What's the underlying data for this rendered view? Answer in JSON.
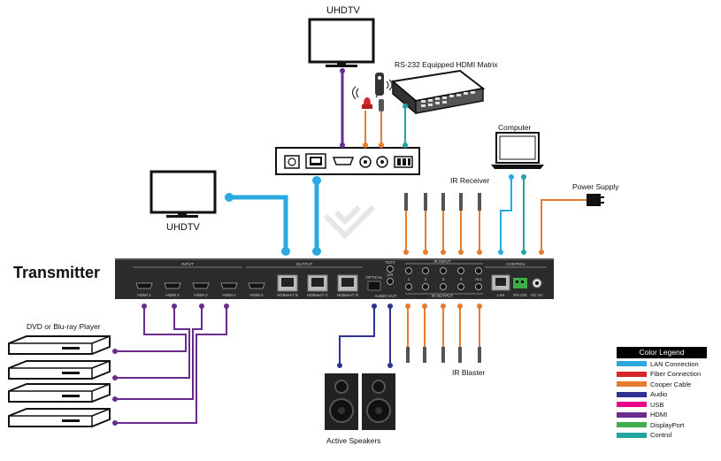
{
  "labels": {
    "uhdtv_top": "UHDTV",
    "uhdtv_left": "UHDTV",
    "matrix": "RS-232 Equipped HDMI Matrix",
    "computer": "Computer",
    "ir_receiver": "IR Receiver",
    "power_supply": "Power Supply",
    "transmitter": "Transmitter",
    "dvd": "DVD or Blu-ray Player",
    "ir_blaster": "IR Blaster",
    "speakers": "Active Speakers"
  },
  "panel": {
    "input_header": "INPUT",
    "output_header": "OUTPUT",
    "ir_in_header": "IR INPUT",
    "ir_out_header": "IR OUTPUT",
    "control_header": "CONTROL",
    "audio_out_header": "AUDIO OUT",
    "test_label": "TEST",
    "optical_label": "OPTICAL",
    "lr_label": "L/R",
    "lan_label": "LAN",
    "rs232_label": "RS-232",
    "dc_label": "DC 5V",
    "hdmi_inputs": [
      "HDMI 1",
      "HDMI 2",
      "HDMI 3",
      "HDMI 4"
    ],
    "hdmi_out": "HDMI A",
    "hdbaset_outputs": [
      "HDBaseT B",
      "HDBaseT C",
      "HDBaseT D"
    ],
    "ir_channels": [
      "1",
      "2",
      "3",
      "4",
      "ALL"
    ]
  },
  "legend": {
    "title": "Color Legend",
    "items": [
      {
        "label": "LAN Connection",
        "color": "#29a9e0"
      },
      {
        "label": "Fiber Connection",
        "color": "#d7262c"
      },
      {
        "label": "Cooper Cable",
        "color": "#e57c2e"
      },
      {
        "label": "Audio",
        "color": "#2e3192"
      },
      {
        "label": "USB",
        "color": "#e9008c"
      },
      {
        "label": "HDMI",
        "color": "#6a2b8e"
      },
      {
        "label": "DisplayPort",
        "color": "#3fae49"
      },
      {
        "label": "Control",
        "color": "#20a5a0"
      }
    ]
  }
}
